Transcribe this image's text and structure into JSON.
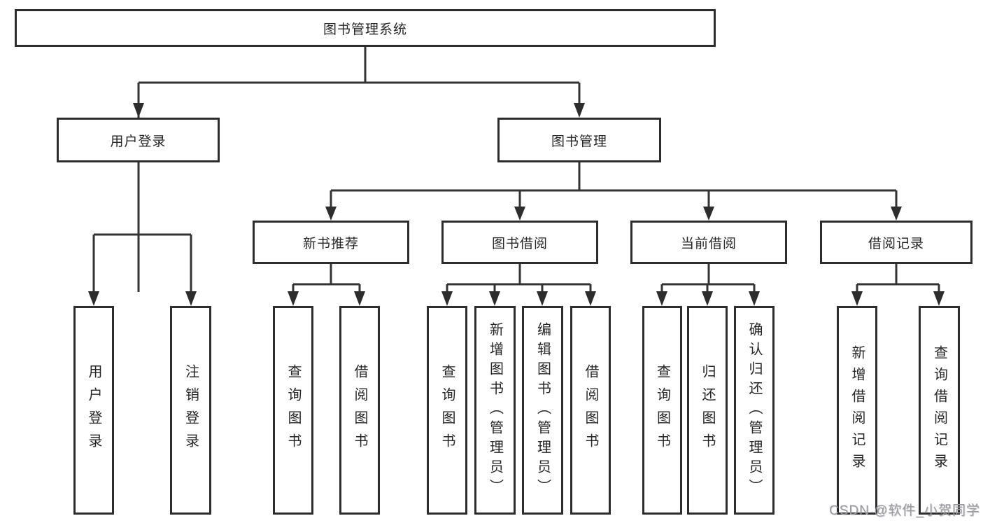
{
  "tree": {
    "label": "图书管理系统",
    "children": [
      {
        "label": "用户登录",
        "children": [
          {
            "label": "用户登录"
          },
          {
            "label": "注销登录"
          }
        ]
      },
      {
        "label": "图书管理",
        "children": [
          {
            "label": "新书推荐",
            "children": [
              {
                "label": "查询图书"
              },
              {
                "label": "借阅图书"
              }
            ]
          },
          {
            "label": "图书借阅",
            "children": [
              {
                "label": "查询图书"
              },
              {
                "label": "新增图书（管理员）"
              },
              {
                "label": "编辑图书（管理员）"
              },
              {
                "label": "借阅图书"
              }
            ]
          },
          {
            "label": "当前借阅",
            "children": [
              {
                "label": "查询图书"
              },
              {
                "label": "归还图书"
              },
              {
                "label": "确认归还（管理员）"
              }
            ]
          },
          {
            "label": "借阅记录",
            "children": [
              {
                "label": "新增借阅记录"
              },
              {
                "label": "查询借阅记录"
              }
            ]
          }
        ]
      }
    ]
  },
  "watermark": {
    "text": "CSDN @软件_小贺同学"
  },
  "colors": {
    "line": "#333333",
    "box_border": "#2d2d2d",
    "text": "#262626",
    "watermark": "#9a9aa0",
    "background": "#ffffff"
  }
}
